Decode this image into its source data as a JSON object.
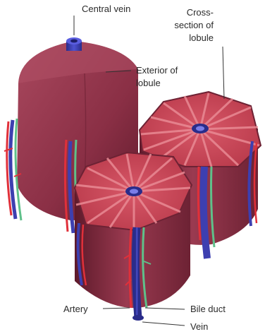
{
  "figure": {
    "labels": {
      "central_vein": "Central vein",
      "cross_section_line1": "Cross-",
      "cross_section_line2": "section of",
      "cross_section_line3": "lobule",
      "exterior_line1": "Exterior of",
      "exterior_line2": "lobule",
      "artery": "Artery",
      "bile_duct": "Bile duct",
      "vein": "Vein"
    },
    "colors": {
      "lobule_body": "#8a2f45",
      "lobule_highlight": "#a9485e",
      "lobule_shadow": "#5e1a2b",
      "section_face": "#c84a5a",
      "section_rays": "#e98a94",
      "vein": "#3d3fb0",
      "artery": "#e0303a",
      "bile_duct": "#5fc08a"
    }
  }
}
